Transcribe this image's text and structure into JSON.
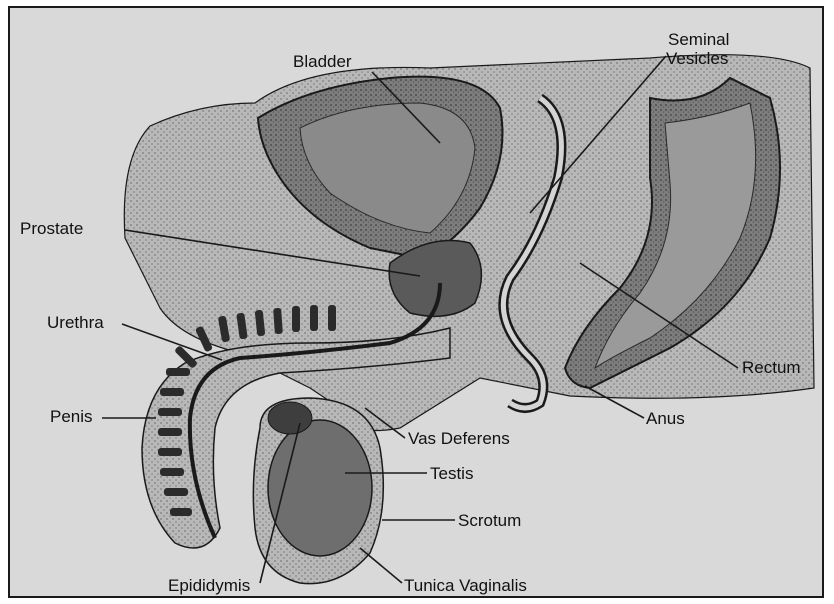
{
  "labels": {
    "bladder": "Bladder",
    "seminal_vesicles_line1": "Seminal",
    "seminal_vesicles_line2": "Vesicles",
    "prostate": "Prostate",
    "urethra": "Urethra",
    "penis": "Penis",
    "rectum": "Rectum",
    "anus": "Anus",
    "vas_deferens": "Vas Deferens",
    "testis": "Testis",
    "scrotum": "Scrotum",
    "epididymis": "Epididymis",
    "tunica_vaginalis": "Tunica Vaginalis"
  },
  "colors": {
    "background": "#d9d9d9",
    "tissue_light": "#b9b9b9",
    "tissue_mid": "#8f8f8f",
    "tissue_dark": "#5a5a5a",
    "outline": "#1a1a1a"
  }
}
